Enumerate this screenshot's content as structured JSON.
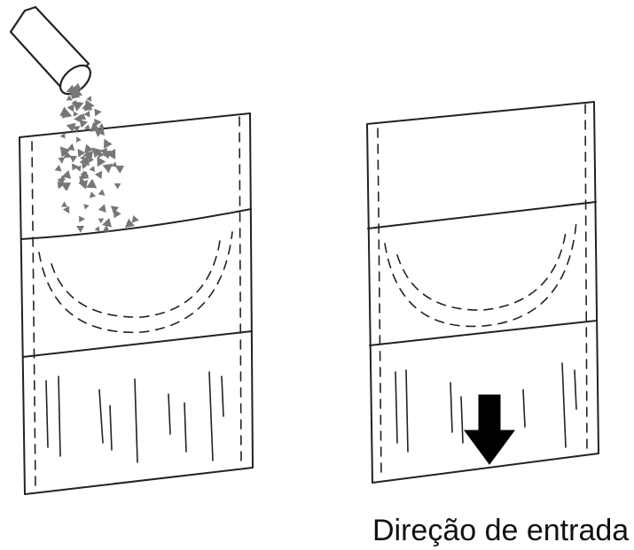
{
  "caption": "Direção de entrada",
  "colors": {
    "line": "#222222",
    "arrow": "#000000",
    "particles": "#777777",
    "background": "#ffffff"
  },
  "figures": [
    {
      "name": "pouch-being-filled",
      "shows_pouring_tube": true,
      "shows_direction_arrow": false
    },
    {
      "name": "pouch-with-direction-arrow",
      "shows_pouring_tube": false,
      "shows_direction_arrow": true
    }
  ]
}
